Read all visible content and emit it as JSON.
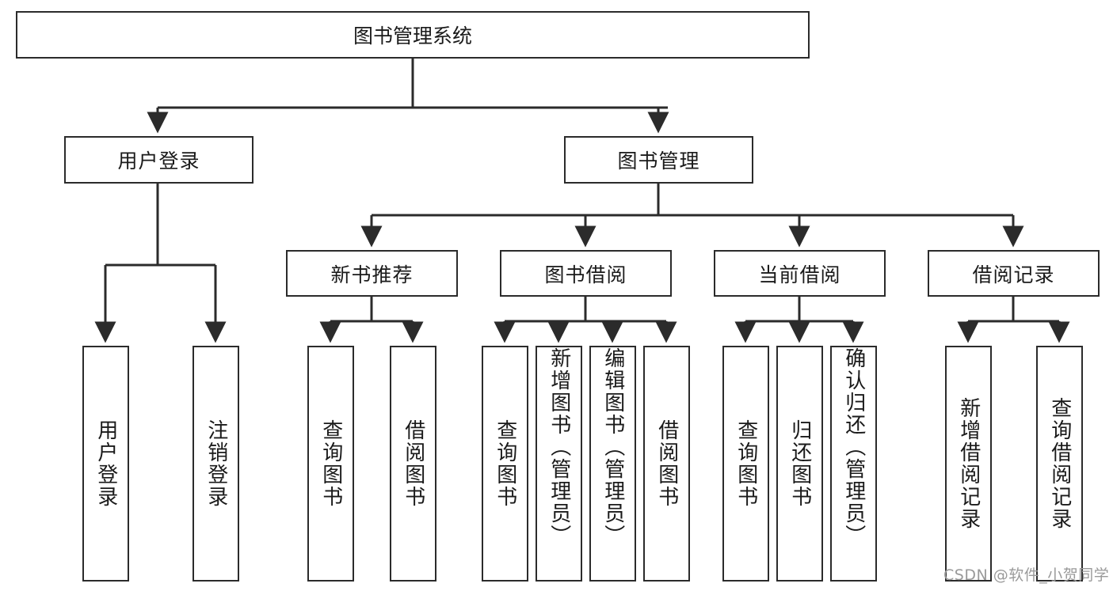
{
  "diagram": {
    "type": "tree-hierarchy",
    "title": "图书管理系统",
    "root": {
      "label": "图书管理系统"
    },
    "level2": [
      {
        "id": "user-login",
        "label": "用户登录"
      },
      {
        "id": "book-management",
        "label": "图书管理"
      }
    ],
    "level3": [
      {
        "id": "new-book-recommend",
        "label": "新书推荐",
        "parent": "book-management"
      },
      {
        "id": "book-borrow",
        "label": "图书借阅",
        "parent": "book-management"
      },
      {
        "id": "current-borrow",
        "label": "当前借阅",
        "parent": "book-management"
      },
      {
        "id": "borrow-record",
        "label": "借阅记录",
        "parent": "book-management"
      }
    ],
    "leaves": [
      {
        "id": "leaf-user-login",
        "label": "用户登录",
        "parent": "user-login",
        "align": "center"
      },
      {
        "id": "leaf-logout",
        "label": "注销登录",
        "parent": "user-login",
        "align": "center"
      },
      {
        "id": "leaf-query-book-1",
        "label": "查询图书",
        "parent": "new-book-recommend",
        "align": "center"
      },
      {
        "id": "leaf-borrow-book-1",
        "label": "借阅图书",
        "parent": "new-book-recommend",
        "align": "center"
      },
      {
        "id": "leaf-query-book-2",
        "label": "查询图书",
        "parent": "book-borrow",
        "align": "center"
      },
      {
        "id": "leaf-add-book",
        "label": "新增图书（管理员）",
        "parent": "book-borrow",
        "align": "top"
      },
      {
        "id": "leaf-edit-book",
        "label": "编辑图书（管理员）",
        "parent": "book-borrow",
        "align": "top"
      },
      {
        "id": "leaf-borrow-book-2",
        "label": "借阅图书",
        "parent": "book-borrow",
        "align": "center"
      },
      {
        "id": "leaf-query-book-3",
        "label": "查询图书",
        "parent": "current-borrow",
        "align": "center"
      },
      {
        "id": "leaf-return-book",
        "label": "归还图书",
        "parent": "current-borrow",
        "align": "center"
      },
      {
        "id": "leaf-confirm-return",
        "label": "确认归还（管理员）",
        "parent": "current-borrow",
        "align": "top"
      },
      {
        "id": "leaf-add-record",
        "label": "新增借阅记录",
        "parent": "borrow-record",
        "align": "center"
      },
      {
        "id": "leaf-query-record",
        "label": "查询借阅记录",
        "parent": "borrow-record",
        "align": "center"
      }
    ]
  },
  "watermark": {
    "text": "CSDN @软件_小贺同学"
  },
  "colors": {
    "stroke": "#2b2b2b",
    "background": "#ffffff",
    "text": "#1a1a1a",
    "watermark": "#9a9a9a"
  }
}
